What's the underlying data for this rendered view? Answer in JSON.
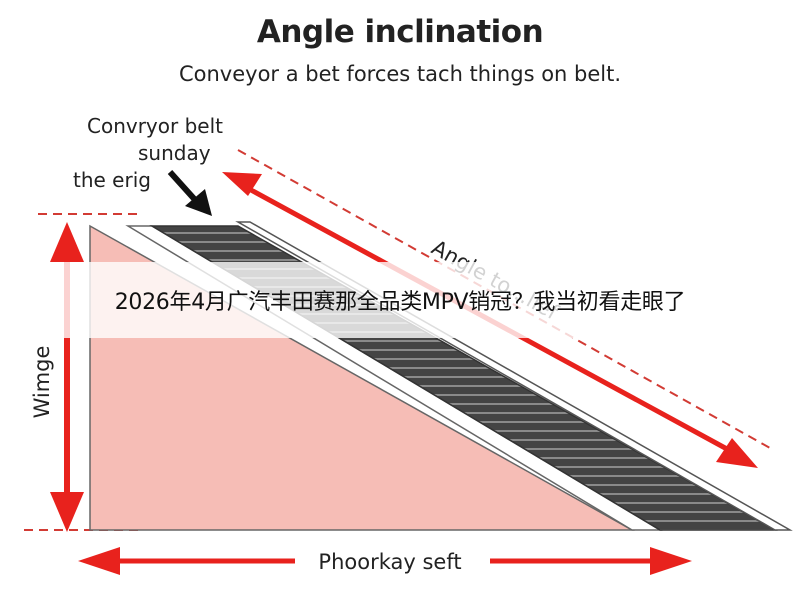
{
  "diagram": {
    "title": "Angle inclination",
    "subtitle": "Conveyor a bet forces tach things on belt.",
    "callout_lines": [
      "Convryor belt",
      "sunday",
      "the erig"
    ],
    "slope_label": "Angle to…lief",
    "height_label": "Wimge",
    "base_label": "Phoorkay seft"
  },
  "overlay": {
    "caption": "2026年4月广汽丰田赛那全品类MPV销冠？我当初看走眼了"
  },
  "colors": {
    "triangle_fill": "#f6bdb6",
    "arrow_red": "#e8221d",
    "belt_dark": "#444444",
    "dash_red": "#d23b34"
  }
}
